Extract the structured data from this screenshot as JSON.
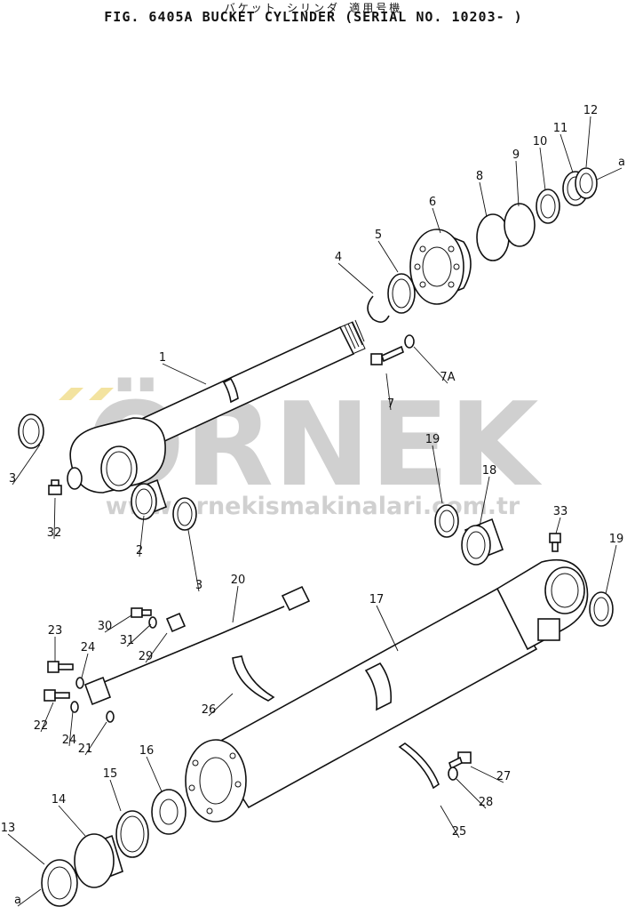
{
  "header": {
    "japanese": "バケット シリンダ 適用号機",
    "title": "FIG. 6405A  BUCKET CYLINDER (SERIAL NO. 10203- )"
  },
  "watermark": {
    "brand": "ÖRNEK",
    "url": "www.ornekismakinalari.com.tr",
    "color": "#d0d0d0",
    "accent": "#f3e3a0"
  },
  "callouts": [
    {
      "id": "c1",
      "text": "1"
    },
    {
      "id": "c2",
      "text": "2"
    },
    {
      "id": "c3a",
      "text": "3"
    },
    {
      "id": "c3b",
      "text": "3"
    },
    {
      "id": "c4",
      "text": "4"
    },
    {
      "id": "c5",
      "text": "5"
    },
    {
      "id": "c6",
      "text": "6"
    },
    {
      "id": "c7",
      "text": "7"
    },
    {
      "id": "c7a",
      "text": "7A"
    },
    {
      "id": "c8",
      "text": "8"
    },
    {
      "id": "c9",
      "text": "9"
    },
    {
      "id": "c10",
      "text": "10"
    },
    {
      "id": "c11",
      "text": "11"
    },
    {
      "id": "c12",
      "text": "12"
    },
    {
      "id": "ca1",
      "text": "a"
    },
    {
      "id": "c13",
      "text": "13"
    },
    {
      "id": "c14",
      "text": "14"
    },
    {
      "id": "c15",
      "text": "15"
    },
    {
      "id": "c16",
      "text": "16"
    },
    {
      "id": "c17",
      "text": "17"
    },
    {
      "id": "c18",
      "text": "18"
    },
    {
      "id": "c19a",
      "text": "19"
    },
    {
      "id": "c19b",
      "text": "19"
    },
    {
      "id": "c20",
      "text": "20"
    },
    {
      "id": "c21",
      "text": "21"
    },
    {
      "id": "c22",
      "text": "22"
    },
    {
      "id": "c23",
      "text": "23"
    },
    {
      "id": "c24a",
      "text": "24"
    },
    {
      "id": "c24b",
      "text": "24"
    },
    {
      "id": "c25",
      "text": "25"
    },
    {
      "id": "c26",
      "text": "26"
    },
    {
      "id": "c27",
      "text": "27"
    },
    {
      "id": "c28",
      "text": "28"
    },
    {
      "id": "c29",
      "text": "29"
    },
    {
      "id": "c30",
      "text": "30"
    },
    {
      "id": "c31",
      "text": "31"
    },
    {
      "id": "c32",
      "text": "32"
    },
    {
      "id": "c33",
      "text": "33"
    },
    {
      "id": "ca2",
      "text": "a"
    }
  ]
}
